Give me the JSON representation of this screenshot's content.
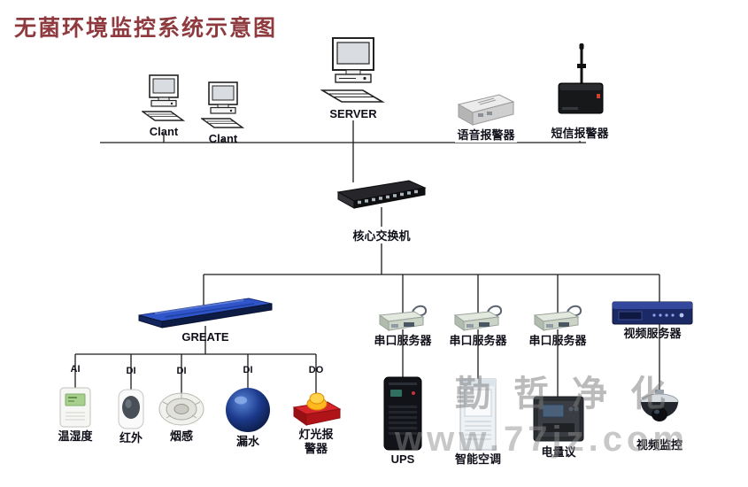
{
  "title": "无菌环境监控系统示意图",
  "colors": {
    "title": "#8e3a3e",
    "line": "#1a1a1a",
    "watermark": "#8f8f8f",
    "greate_top": "#2f55c8"
  },
  "top_row": {
    "client1": "Clant",
    "client2": "Clant",
    "server": "SERVER",
    "voice_alarm": "语音报警器",
    "sms_alarm": "短信报警器"
  },
  "switch_label": "核心交换机",
  "mid_row": {
    "greate": "GREATE",
    "serial_server1": "串口服务器",
    "serial_server2": "串口服务器",
    "serial_server3": "串口服务器",
    "video_server": "视频服务器"
  },
  "sensor_row": {
    "ports": [
      "AI",
      "DI",
      "DI",
      "DI",
      "DO"
    ],
    "temp_humidity": "温湿度",
    "infrared": "红外",
    "smoke": "烟感",
    "water_leak": "漏水",
    "light_alarm": "灯光报警器"
  },
  "bottom_row": {
    "ups": "UPS",
    "smart_ac": "智能空调",
    "power_meter": "电量议",
    "video_monitor": "视频监控"
  },
  "watermark": {
    "brand": "勤哲净化",
    "url": "www.77jz.com"
  }
}
